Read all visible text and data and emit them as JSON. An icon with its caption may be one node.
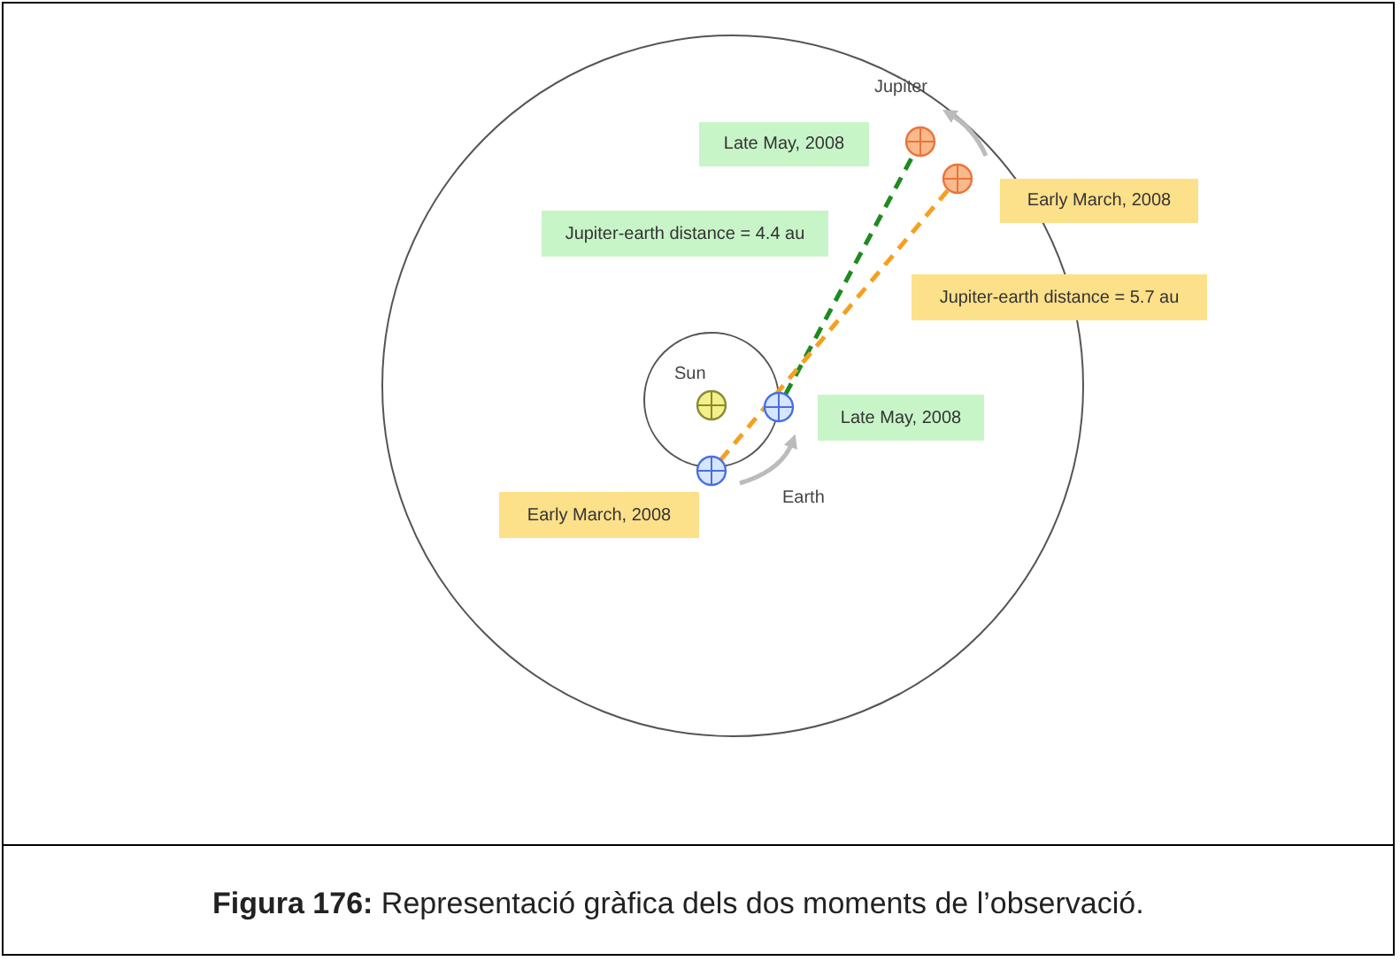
{
  "diagram": {
    "caption": "**Figura 176:** Representació gràfica dels dos moments de l’observació.",
    "nodes": [
      {
        "text": [],
        "shape": "circle"
      },
      {
        "text": [
          "Late May, 2008"
        ]
      },
      {
        "text": [],
        "shape": "circle"
      },
      {
        "text": [
          "Early March, 2008"
        ]
      },
      {
        "text": [
          "Jupiter-earth distance = 4.4 au"
        ]
      },
      {
        "text": [
          "Jupiter-earth distance = 5.7 au"
        ]
      },
      {
        "text": [],
        "shape": "circle"
      },
      {
        "text": [],
        "shape": "circle"
      },
      {
        "text": [
          "Late May, 2008"
        ]
      },
      {
        "text": [],
        "shape": "circle"
      },
      {
        "text": [
          "Early March, 2008"
        ]
      }
    ],
    "edges": [
      {
        "from": 7,
        "to": 0,
        "arrow": "none",
        "style": "dashed",
        "color": "#1f8a1f"
      },
      {
        "from": 9,
        "to": 2,
        "arrow": "none",
        "style": "dashed",
        "color": "#f5a020"
      }
    ],
    "labels": [
      "Jupiter",
      "Sun",
      "Earth"
    ]
  }
}
